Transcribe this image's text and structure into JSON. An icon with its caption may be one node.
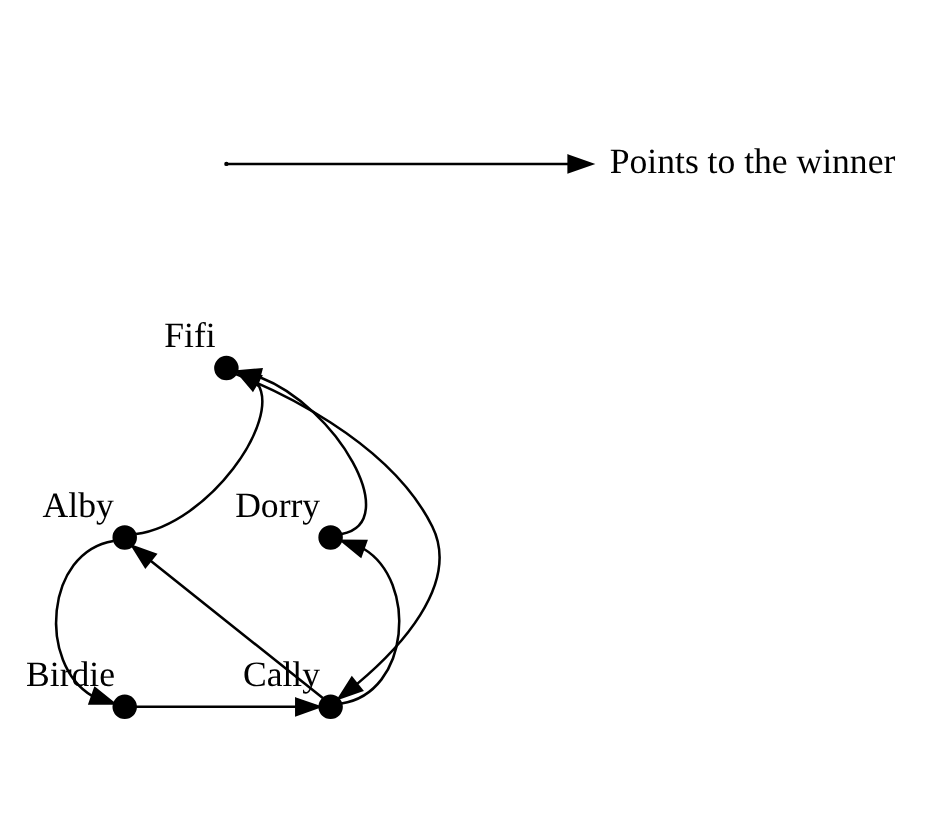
{
  "diagram": {
    "nodes": [
      {
        "text": [],
        "shape": "circle",
        "beside": [
          "Fifi"
        ]
      },
      {
        "text": [],
        "shape": "circle",
        "beside": [
          "Alby"
        ]
      },
      {
        "text": [],
        "shape": "circle",
        "beside": [
          "Dorry"
        ]
      },
      {
        "text": [],
        "shape": "circle",
        "beside": [
          "Cally"
        ]
      },
      {
        "text": [],
        "shape": "circle",
        "beside": [
          "Birdie"
        ]
      }
    ],
    "edges": [
      {
        "from": 1,
        "to": 0,
        "arrow": "to"
      },
      {
        "from": 2,
        "to": 0,
        "arrow": "to"
      },
      {
        "from": 0,
        "to": 3,
        "arrow": "to"
      },
      {
        "from": 1,
        "to": 4,
        "arrow": "to"
      },
      {
        "from": 4,
        "to": 3,
        "arrow": "to"
      },
      {
        "from": 3,
        "to": 1,
        "arrow": "to"
      },
      {
        "from": 3,
        "to": 2,
        "arrow": "to"
      }
    ],
    "legend": [
      {
        "text": "Points to the winner"
      }
    ]
  }
}
